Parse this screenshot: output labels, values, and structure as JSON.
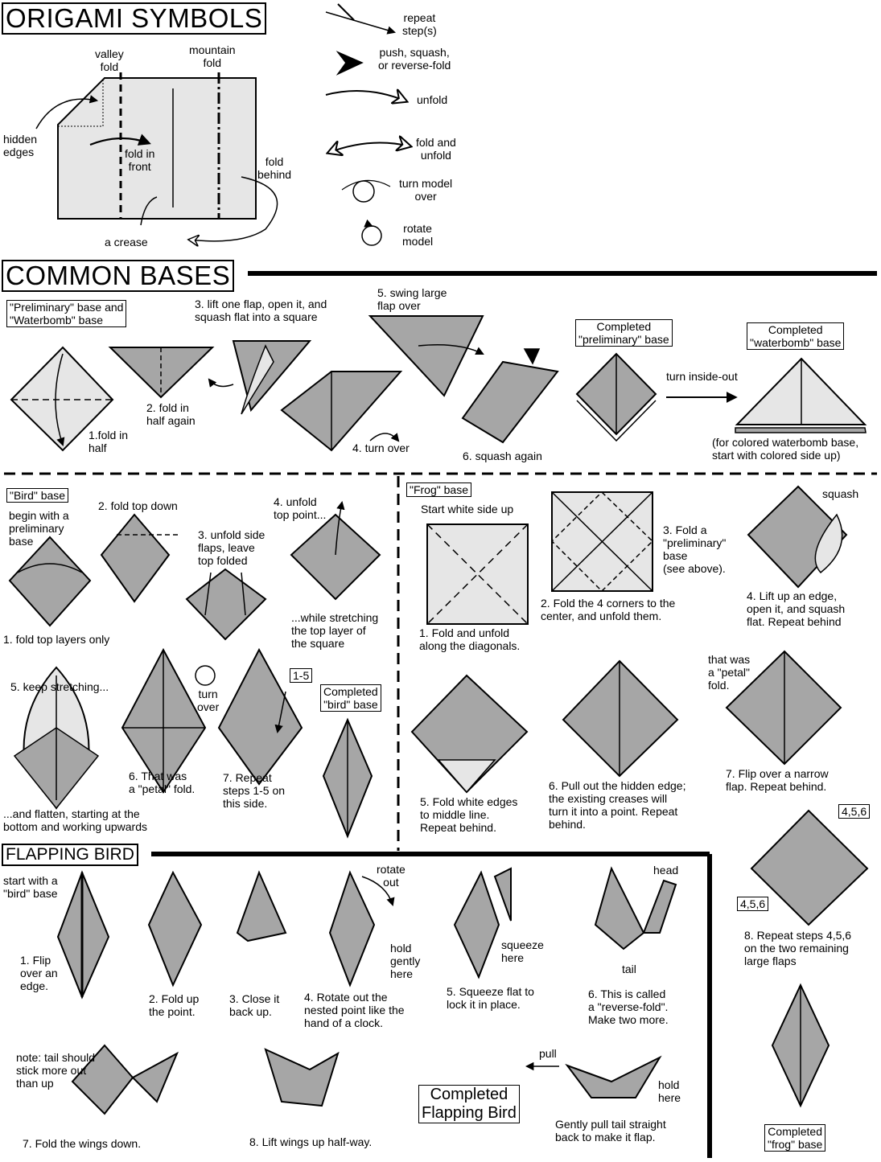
{
  "title": "ORIGAMI SYMBOLS",
  "symbols": {
    "valley_fold": "valley\nfold",
    "mountain_fold": "mountain\nfold",
    "hidden_edges": "hidden\nedges",
    "fold_in_front": "fold in\nfront",
    "fold_behind": "fold\nbehind",
    "a_crease": "a crease",
    "repeat": "repeat\nstep(s)",
    "push": "push, squash,\nor reverse-fold",
    "unfold": "unfold",
    "fold_unfold": "fold and\nunfold",
    "turn_over": "turn model\nover",
    "rotate": "rotate\nmodel"
  },
  "common_bases": {
    "heading": "COMMON BASES",
    "label": "\"Preliminary\" base and\n\"Waterbomb\" base",
    "s1": "1.fold in\nhalf",
    "s2": "2. fold in\nhalf again",
    "s3": "3. lift one flap, open it, and\nsquash flat into a square",
    "s4": "4. turn over",
    "s5": "5. swing large\nflap over",
    "s6": "6. squash again",
    "completed_prelim": "Completed\n\"preliminary\" base",
    "turn_inside_out": "turn inside-out",
    "completed_waterbomb": "Completed\n\"waterbomb\" base",
    "note": "(for colored waterbomb base,\nstart with colored side up)"
  },
  "bird_base": {
    "label": "\"Bird\" base",
    "begin": "begin with a\npreliminary\nbase",
    "s1": "1. fold top layers only",
    "s2": "2. fold top down",
    "s3": "3. unfold side\nflaps, leave\ntop folded",
    "s4": "4. unfold\ntop point...",
    "stretching": "...while stretching\nthe top layer of\nthe square",
    "s5": "5. keep   stretching...",
    "flatten": "...and flatten, starting at the\nbottom and working upwards",
    "s6": "6. That was\na \"petal\" fold.",
    "turn_over": "turn\nover",
    "s7": "7. Repeat\nsteps 1-5 on\nthis side.",
    "tag": "1-5",
    "completed": "Completed\n\"bird\" base"
  },
  "frog_base": {
    "label": "\"Frog\" base",
    "start": "Start white side up",
    "s1": "1. Fold and unfold\nalong the diagonals.",
    "s2": "2. Fold the 4 corners to the\ncenter, and unfold them.",
    "s3": "3.  Fold a\n\"preliminary\"\nbase\n(see above).",
    "squash": "squash",
    "s4": "4.  Lift up an edge,\nopen it, and squash\nflat.  Repeat behind",
    "s5": "5. Fold white edges\nto middle line.\nRepeat behind.",
    "s6": "6. Pull out the hidden edge;\n the existing creases will\nturn it into a point.  Repeat\nbehind.",
    "petal": "that was\na \"petal\"\nfold.",
    "s7": "7. Flip over a narrow\nflap.  Repeat behind.",
    "tag_a": "4,5,6",
    "tag_b": "4,5,6",
    "s8": "8. Repeat steps 4,5,6\non the two remaining\nlarge flaps",
    "completed": "Completed\n\"frog\" base"
  },
  "flapping_bird": {
    "heading": "FLAPPING BIRD",
    "start": "start with a\n\"bird\" base",
    "s1": "1. Flip\nover an\nedge.",
    "s2": "2. Fold up\nthe point.",
    "s3": "3. Close it\nback up.",
    "rotate_out": "rotate\nout",
    "hold_gently": "hold\ngently\nhere",
    "s4": "4. Rotate out the\nnested point like the\nhand of a clock.",
    "squeeze": "squeeze\nhere",
    "s5": "5. Squeeze flat to\nlock it in place.",
    "head": "head",
    "tail": "tail",
    "s6": "6.  This is called\na \"reverse-fold\".\nMake two more.",
    "note": "note:  tail should\nstick more out\nthan up",
    "s7": "7.  Fold the wings down.",
    "s8": "8.  Lift wings up half-way.",
    "completed": "Completed\nFlapping Bird",
    "pull": "pull",
    "hold_here": "hold\nhere",
    "gently": "Gently pull tail straight\nback to make it flap."
  },
  "colors": {
    "paper_gray": "#a6a6a6",
    "paper_light": "#e6e6e6",
    "line": "#000000"
  }
}
